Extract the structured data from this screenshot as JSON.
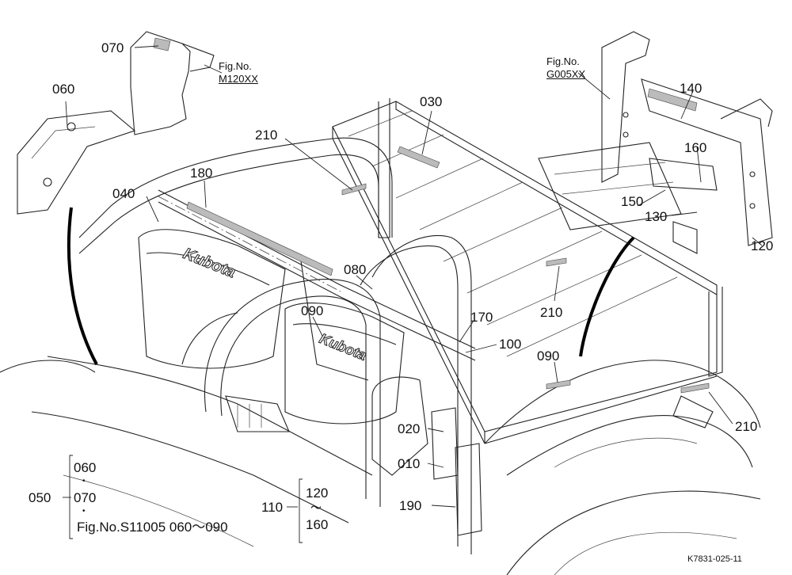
{
  "callouts": {
    "c070": "070",
    "c060": "060",
    "c030": "030",
    "c210a": "210",
    "c180": "180",
    "c040": "040",
    "c080": "080",
    "c090a": "090",
    "c170": "170",
    "c100": "100",
    "c210b": "210",
    "c090b": "090",
    "c210c": "210",
    "c020": "020",
    "c010": "010",
    "c190": "190",
    "c140": "140",
    "c160": "160",
    "c150": "150",
    "c130": "130",
    "c120": "120"
  },
  "figrefs": {
    "m120_label": "Fig.No.",
    "m120_value": "M120XX",
    "g005_label": "Fig.No.",
    "g005_value": "G005XX"
  },
  "legend": {
    "g050": {
      "number": "050",
      "line1": "060",
      "dot1": "•",
      "line2": "070",
      "dot2": "•",
      "line3": "Fig.No.S11005  060～090"
    },
    "g110": {
      "number": "110",
      "from": "120",
      "tilde": "～",
      "to": "160"
    }
  },
  "brand_marks": [
    "Kubota",
    "Kubota"
  ],
  "diagram_code": "K7831-025-11"
}
